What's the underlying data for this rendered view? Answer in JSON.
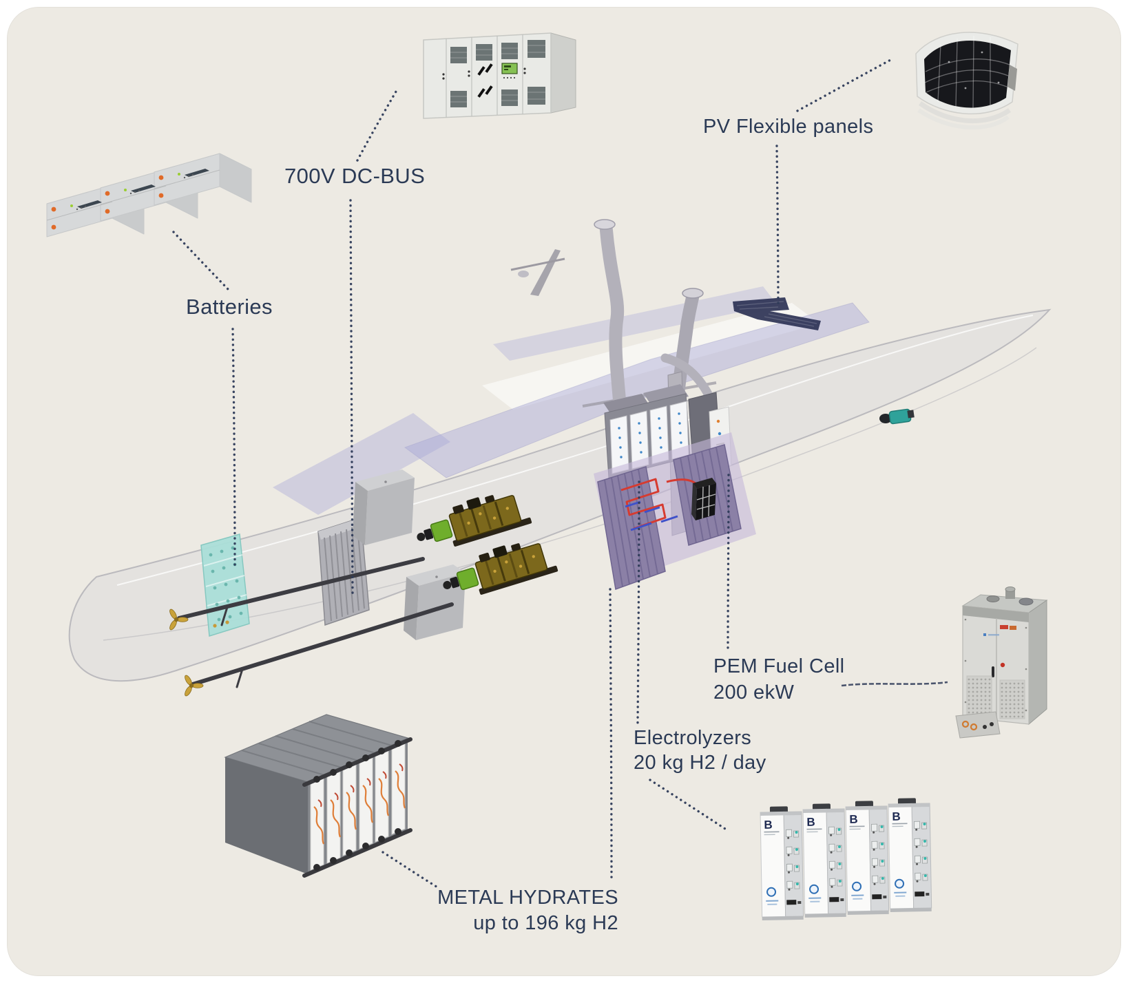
{
  "page": {
    "background": "#ffffff",
    "canvas_background": "#edeae3",
    "label_color": "#2b3a55"
  },
  "callouts": {
    "batteries": {
      "label": "Batteries"
    },
    "dc_bus": {
      "label": "700V DC-BUS"
    },
    "pv_panels": {
      "label": "PV Flexible panels"
    },
    "fuel_cell": {
      "label": "PEM Fuel Cell",
      "spec": "200 ekW"
    },
    "electrolyzers": {
      "label": "Electrolyzers",
      "spec": "20 kg H2 / day",
      "brand_letter": "B"
    },
    "metal_hydrates": {
      "label": "METAL HYDRATES",
      "spec": "up to 196 kg H2"
    }
  },
  "colors": {
    "callout_line": "#2e3b58",
    "pv_array_navy": "#2e3456",
    "hydride_bank_purple": "#8b80a6",
    "battery_bank_teal": "#abdfd9",
    "generator_gold": "#7c681c",
    "motor_green": "#6fae2c",
    "pipe_red": "#d63b30",
    "pipe_blue": "#3f51c9",
    "display_green": "#86c153",
    "logo_blue": "#2f6fb5",
    "valve_teal": "#35b8ac",
    "connector_orange": "#e06a28"
  }
}
